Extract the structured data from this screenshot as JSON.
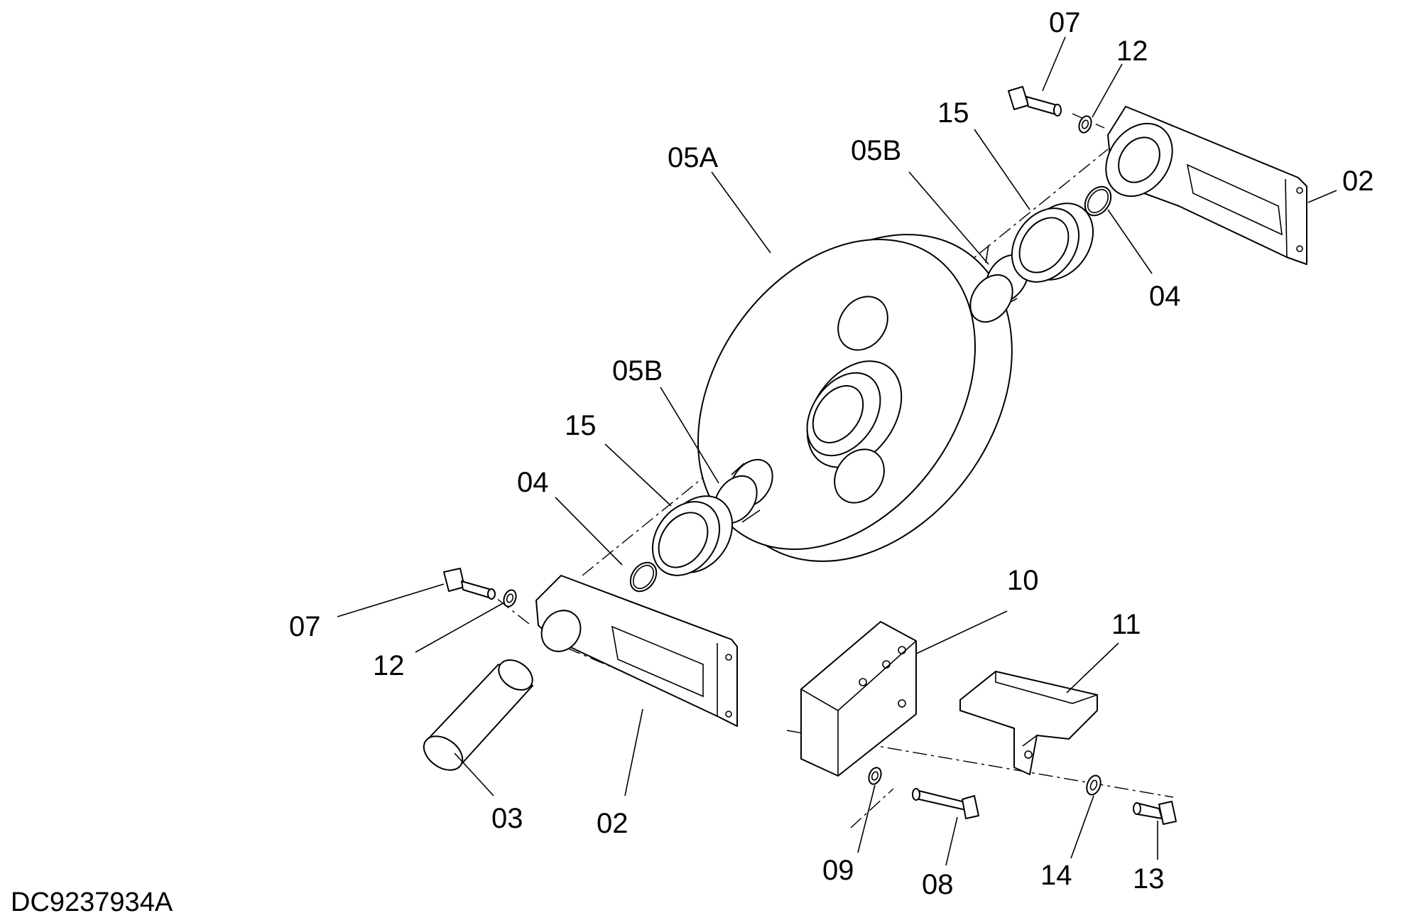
{
  "drawing_code": "DC9237934A",
  "callouts": {
    "c07_top": "07",
    "c12_top": "12",
    "c15_top": "15",
    "c05B_top": "05B",
    "c05A": "05A",
    "c02_right": "02",
    "c04_right": "04",
    "c05B_mid": "05B",
    "c15_mid": "15",
    "c04_left": "04",
    "c07_left": "07",
    "c12_left": "12",
    "c03": "03",
    "c02_bottom": "02",
    "c10": "10",
    "c11": "11",
    "c09": "09",
    "c08": "08",
    "c14": "14",
    "c13": "13"
  }
}
